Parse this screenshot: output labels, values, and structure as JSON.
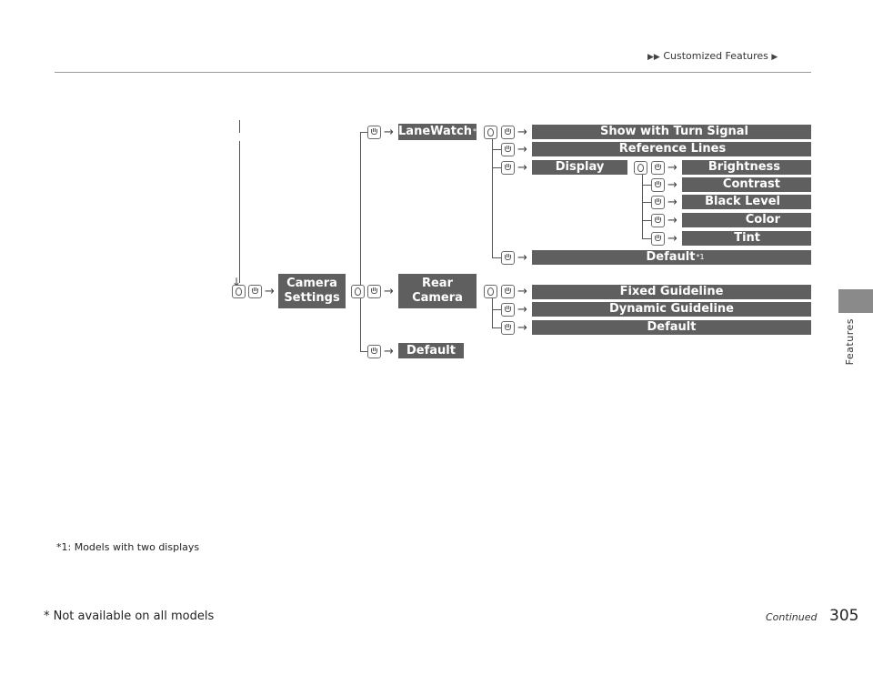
{
  "header": {
    "prefix": "▶▶",
    "title": "Customized Features",
    "suffix": "▶"
  },
  "side_tab": {
    "label": "Features"
  },
  "menu": {
    "root": {
      "line1": "Camera",
      "line2": "Settings"
    },
    "lanewatch": {
      "label": "LaneWatch",
      "mark": "*"
    },
    "show_turn_signal": "Show with Turn Signal",
    "reference_lines": "Reference Lines",
    "display": "Display",
    "brightness": "Brightness",
    "contrast": "Contrast",
    "black_level": "Black Level",
    "color": "Color",
    "tint": "Tint",
    "lw_default": {
      "label": "Default",
      "mark": "*1"
    },
    "rear_camera": {
      "line1": "Rear",
      "line2": "Camera"
    },
    "fixed_guideline": "Fixed Guideline",
    "dynamic_guideline": "Dynamic Guideline",
    "rear_default": "Default",
    "default": "Default"
  },
  "icons": {
    "arrow": "→",
    "home": "home-button-icon",
    "dial": "selector-knob-icon"
  },
  "footnote": "*1: Models with two displays",
  "footer": {
    "not_available": "* Not available on all models",
    "continued": "Continued",
    "page_number": "305"
  }
}
